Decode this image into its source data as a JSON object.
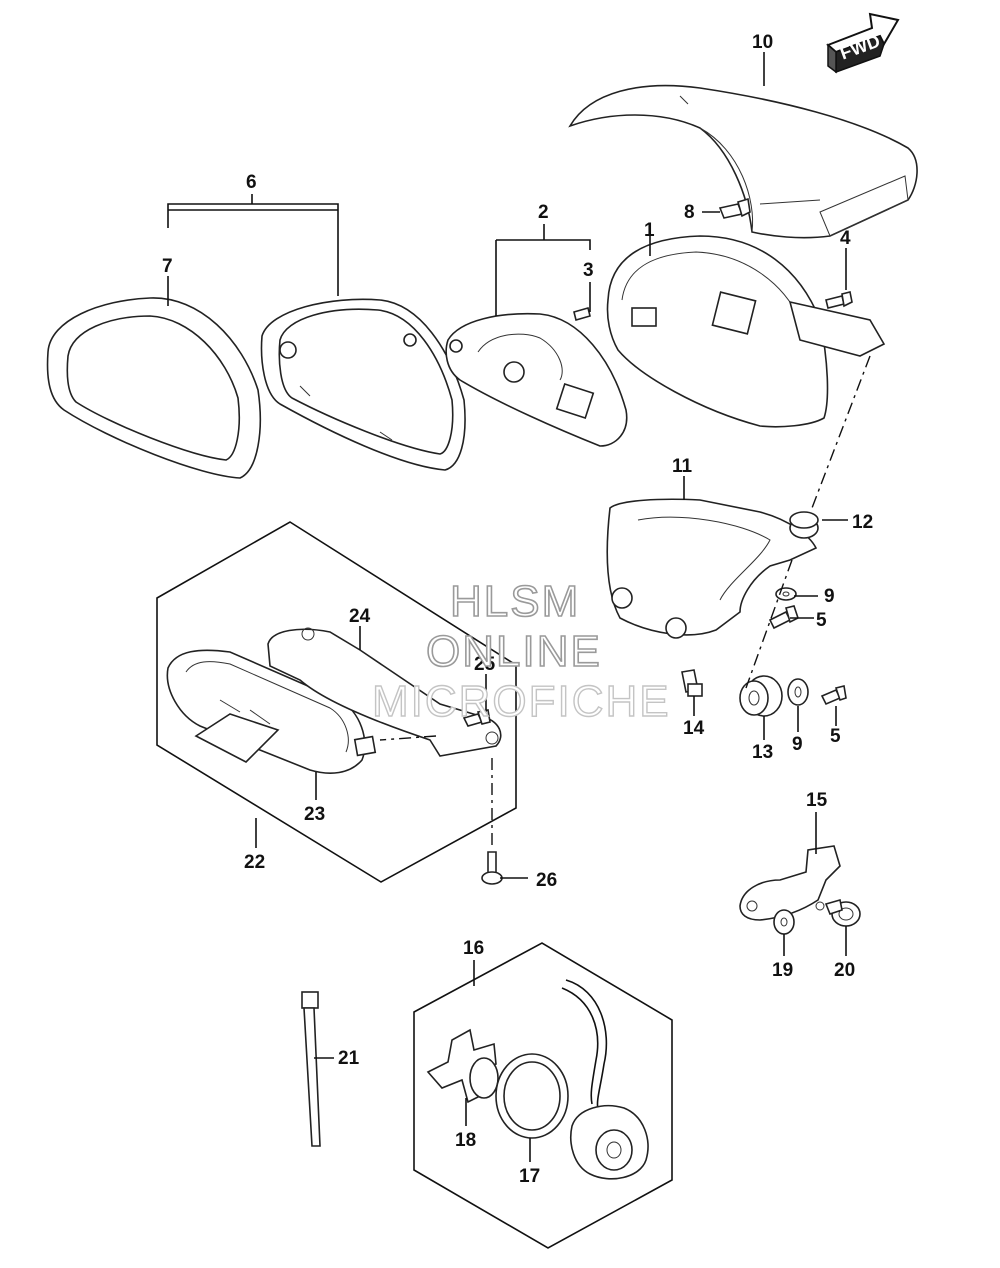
{
  "fwd_label": "FWD",
  "watermark": {
    "line1": "HLSM",
    "line2": "ONLINE",
    "line3": "MICROFICHE"
  },
  "callouts": {
    "c1": "1",
    "c2": "2",
    "c3": "3",
    "c4": "4",
    "c5a": "5",
    "c5b": "5",
    "c6": "6",
    "c7": "7",
    "c8": "8",
    "c9a": "9",
    "c9b": "9",
    "c10": "10",
    "c11": "11",
    "c12": "12",
    "c13": "13",
    "c14": "14",
    "c15": "15",
    "c16": "16",
    "c17": "17",
    "c18": "18",
    "c19": "19",
    "c20": "20",
    "c21": "21",
    "c22": "22",
    "c23": "23",
    "c24": "24",
    "c25": "25",
    "c26": "26"
  }
}
